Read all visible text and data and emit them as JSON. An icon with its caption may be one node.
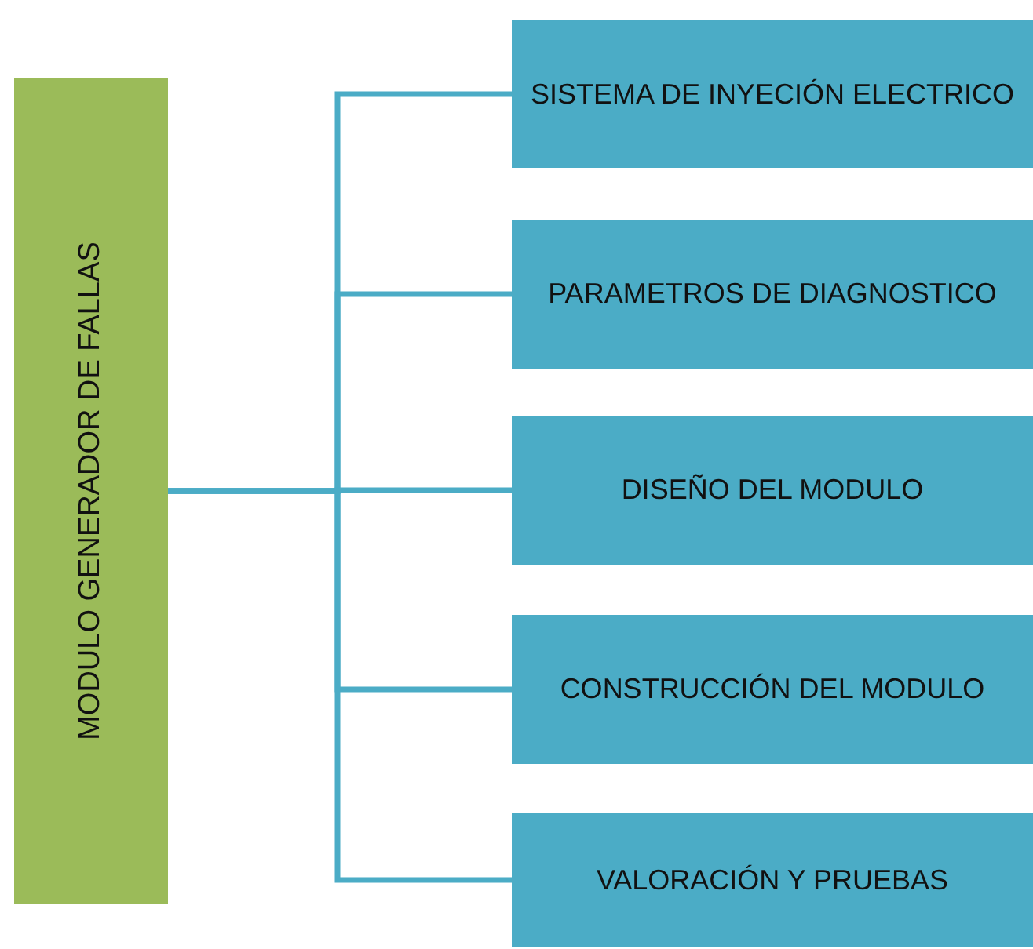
{
  "diagram": {
    "nodes": [
      {
        "text": [
          "MODULO GENERADOR DE FALLAS"
        ]
      },
      {
        "text": [
          "SISTEMA DE INYECIÓN ELECTRICO"
        ]
      },
      {
        "text": [
          "PARAMETROS DE DIAGNOSTICO"
        ]
      },
      {
        "text": [
          "DISEÑO DEL MODULO"
        ]
      },
      {
        "text": [
          "CONSTRUCCIÓN DEL MODULO"
        ]
      },
      {
        "text": [
          "VALORACIÓN Y PRUEBAS"
        ]
      }
    ],
    "edges": [
      {
        "from": 0,
        "to": 1,
        "arrow": "none"
      },
      {
        "from": 0,
        "to": 2,
        "arrow": "none"
      },
      {
        "from": 0,
        "to": 3,
        "arrow": "none"
      },
      {
        "from": 0,
        "to": 4,
        "arrow": "none"
      },
      {
        "from": 0,
        "to": 5,
        "arrow": "none"
      }
    ]
  }
}
